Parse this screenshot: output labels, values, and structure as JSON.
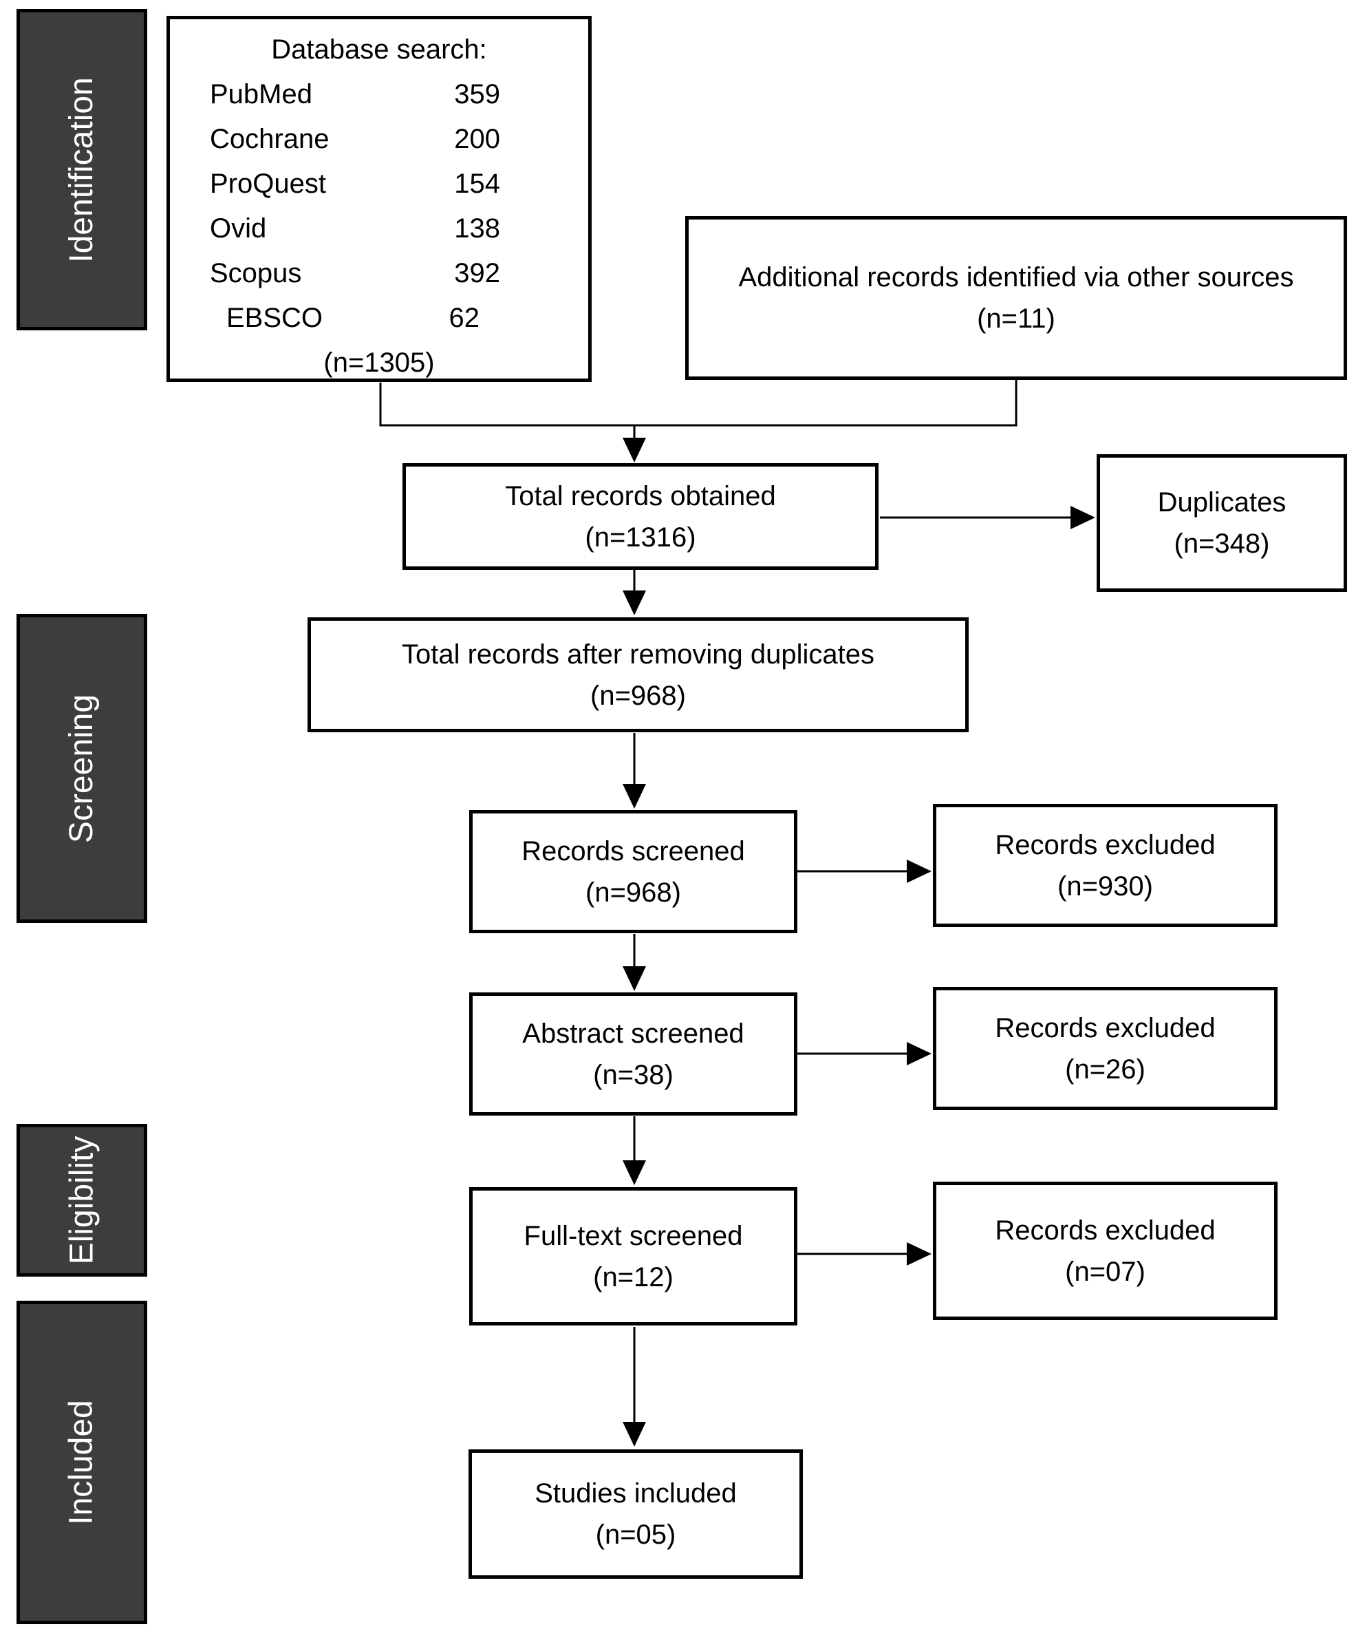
{
  "stages": [
    {
      "label": "Identification"
    },
    {
      "label": "Screening"
    },
    {
      "label": "Eligibility"
    },
    {
      "label": "Included"
    }
  ],
  "database_box": {
    "title": "Database search:",
    "rows": [
      {
        "label": "PubMed",
        "value": "359"
      },
      {
        "label": "Cochrane",
        "value": "200"
      },
      {
        "label": "ProQuest",
        "value": "154"
      },
      {
        "label": "Ovid",
        "value": "138"
      },
      {
        "label": "Scopus",
        "value": "392"
      },
      {
        "label": "EBSCO",
        "value": "62"
      }
    ],
    "total": "(n=1305)"
  },
  "boxes": {
    "additional": {
      "label": "Additional records identified via other sources",
      "count": "(n=11)"
    },
    "total_obtained": {
      "label": "Total records obtained",
      "count": "(n=1316)"
    },
    "duplicates": {
      "label": "Duplicates",
      "count": "(n=348)"
    },
    "after_duplicates": {
      "label": "Total records after removing duplicates",
      "count": "(n=968)"
    },
    "records_screened": {
      "label": "Records screened",
      "count": "(n=968)"
    },
    "records_excluded_screening": {
      "label": "Records excluded",
      "count": "(n=930)"
    },
    "abstract_screened": {
      "label": "Abstract screened",
      "count": "(n=38)"
    },
    "records_excluded_abstract": {
      "label": "Records excluded",
      "count": "(n=26)"
    },
    "fulltext_screened": {
      "label": "Full-text screened",
      "count": "(n=12)"
    },
    "records_excluded_fulltext": {
      "label": "Records excluded",
      "count": "(n=07)"
    },
    "studies_included": {
      "label": "Studies included",
      "count": "(n=05)"
    }
  },
  "colors": {
    "page_bg": "#ffffff",
    "sidebar_fill": "#3d3d3d",
    "sidebar_text": "#ffffff",
    "box_fill": "#ffffff",
    "box_border": "#000000",
    "line_color": "#000000"
  }
}
